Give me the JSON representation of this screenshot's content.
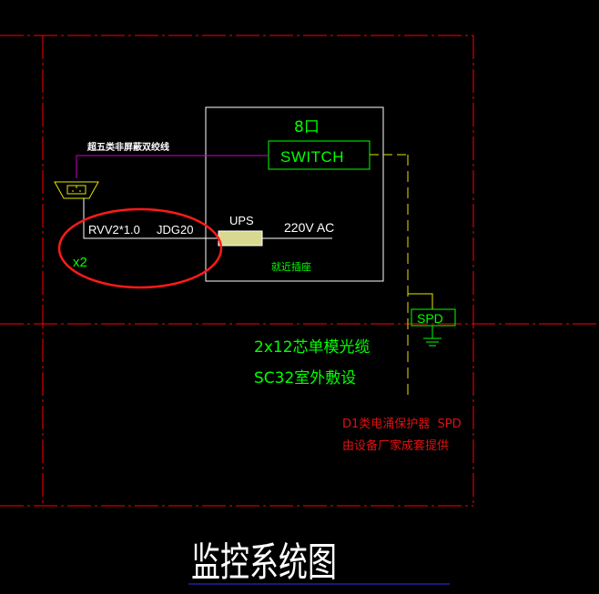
{
  "colors": {
    "background": "#000000",
    "frame": "#ff0000",
    "box": "#ffffff",
    "green": "#00ff00",
    "magenta": "#c800c8",
    "yellow": "#e6e600",
    "ups_fill": "#d8d890",
    "annotation": "#e01010",
    "underline": "#3030ff"
  },
  "labels": {
    "port_count": "8口",
    "switch": "SWITCH",
    "cable_label": "超五类非屏蔽双绞线",
    "rvv": "RVV2*1.0",
    "jdg": "JDG20",
    "ups": "UPS",
    "ac": "220V AC",
    "socket_note": "就近插座",
    "multiplier": "x2",
    "spd": "SPD",
    "fiber_line1": "2x12芯单模光缆",
    "fiber_line2": "SC32室外敷设",
    "spd_note1": "D1类电涌保护器  SPD",
    "spd_note2": "由设备厂家成套提供",
    "title": "监控系统图"
  }
}
